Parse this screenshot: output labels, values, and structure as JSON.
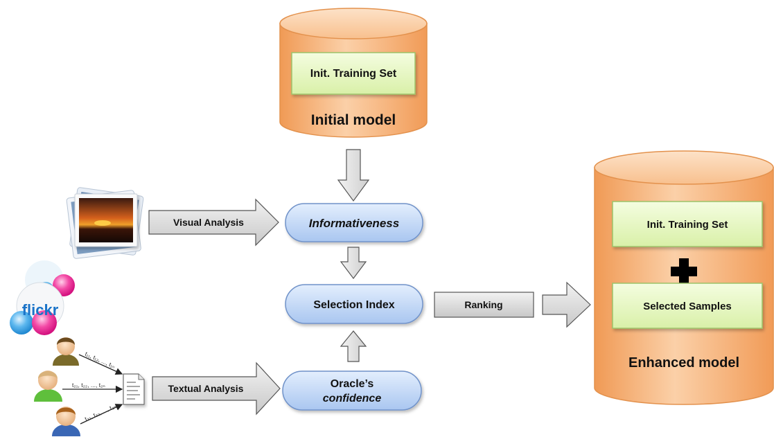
{
  "initial_model": {
    "box_label": "Init. Training Set",
    "title": "Initial model"
  },
  "enhanced_model": {
    "box1_label": "Init. Training Set",
    "box2_label": "Selected Samples",
    "title": "Enhanced model"
  },
  "arrows": {
    "visual_analysis": "Visual Analysis",
    "textual_analysis": "Textual Analysis",
    "ranking": "Ranking"
  },
  "nodes": {
    "informativeness": "Informativeness",
    "selection_index": "Selection Index",
    "oracle_line1": "Oracle’s",
    "oracle_line2": "confidence"
  },
  "logo": {
    "flickr_text": "flickr"
  },
  "user_tags": {
    "top": "t₁₁, t₁₂, ..., t₁ₙ",
    "middle": "t₂₁, t₂₂, ..., t₂ₙ",
    "bottom": "t₃₁, t₃₂, ..., t₃ₙ"
  },
  "colors": {
    "cylinder_orange": "#f5b47a",
    "green_box": "#e6f7c4",
    "blue_node": "#c5d8f5",
    "grey_arrow": "#d9d9d9"
  }
}
